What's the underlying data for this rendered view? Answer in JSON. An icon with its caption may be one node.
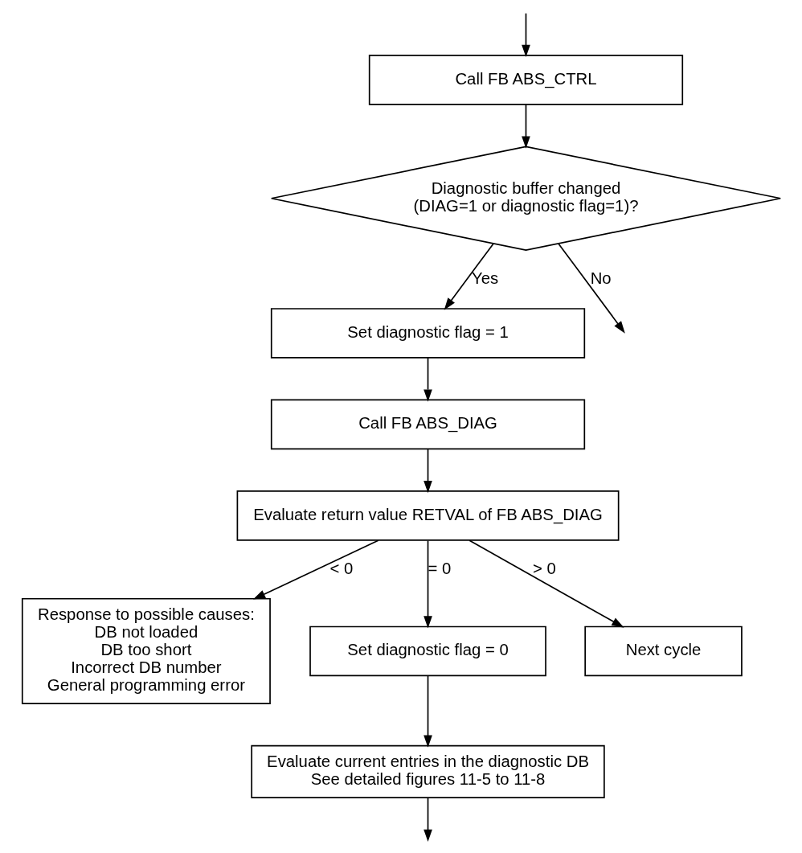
{
  "diagram": {
    "nodes": [
      {
        "text": [
          "Call FB ABS_CTRL"
        ]
      },
      {
        "text": [
          "Diagnostic buffer changed (DIAG=1 or diagnostic flag=1)?"
        ]
      },
      {
        "text": [
          "Set diagnostic flag = 1"
        ]
      },
      {
        "text": [
          "Call FB ABS_DIAG"
        ]
      },
      {
        "text": [
          "Evaluate return value RETVAL of FB ABS_DIAG"
        ]
      },
      {
        "text": [
          "Response to possible causes:",
          "DB not loaded",
          "DB too short",
          "Incorrect DB number",
          "General programming error"
        ]
      },
      {
        "text": [
          "Set diagnostic flag = 0"
        ]
      },
      {
        "text": [
          "Next cycle"
        ]
      },
      {
        "text": [
          "Evaluate current entries in the diagnostic DB",
          "See detailed figures 11-5 to 11-8"
        ]
      }
    ],
    "edges": [
      {
        "from": null,
        "to": 0,
        "arrow": "to"
      },
      {
        "from": 0,
        "to": 1,
        "arrow": "to"
      },
      {
        "from": 1,
        "to": 2,
        "arrow": "to",
        "label": "Yes"
      },
      {
        "from": 2,
        "to": 3,
        "arrow": "to"
      },
      {
        "from": 3,
        "to": 4,
        "arrow": "to"
      },
      {
        "from": 4,
        "to": 5,
        "arrow": "to",
        "label": "< 0"
      },
      {
        "from": 4,
        "to": 6,
        "arrow": "to",
        "label": "= 0"
      },
      {
        "from": 4,
        "to": 7,
        "arrow": "to",
        "label": "> 0"
      },
      {
        "from": 6,
        "to": 8,
        "arrow": "to"
      },
      {
        "from": 1,
        "to": null,
        "arrow": "to",
        "label": "No"
      },
      {
        "from": 8,
        "to": null,
        "arrow": "to"
      }
    ]
  }
}
